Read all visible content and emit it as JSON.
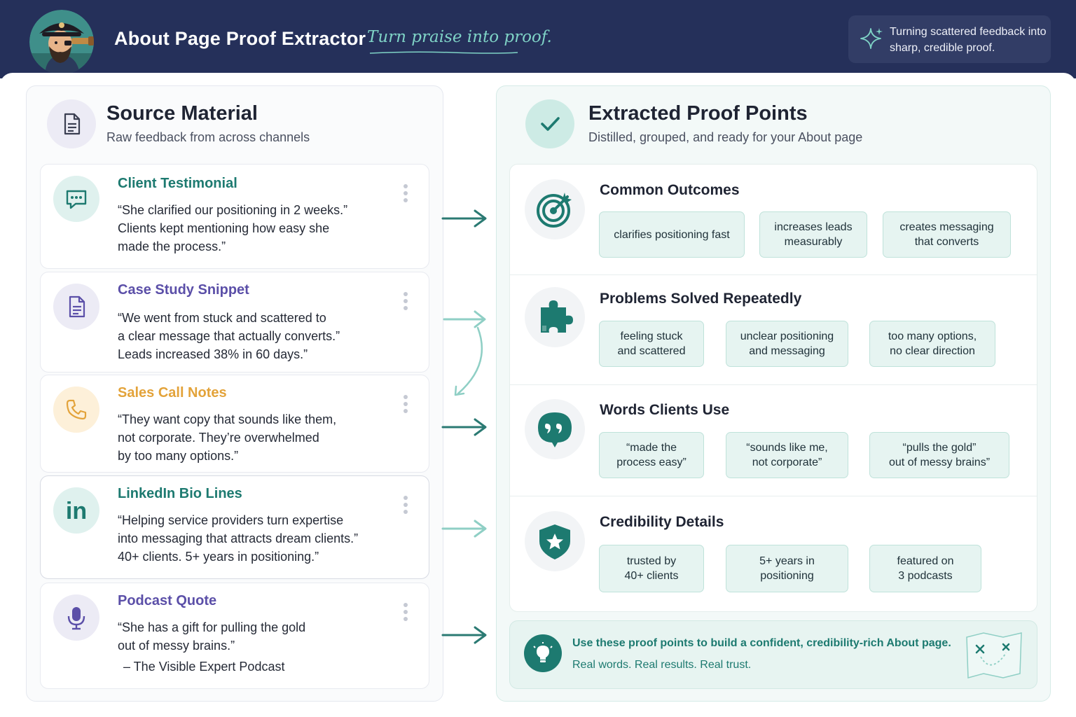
{
  "header": {
    "title": "About Page Proof Extractor",
    "tagline": "Turn praise into proof.",
    "badge_text": "Turning scattered feedback into sharp, credible proof.",
    "badge_icon": "sparkle-icon",
    "avatar": "pirate-avatar"
  },
  "source": {
    "title": "Source Material",
    "subtitle": "Raw feedback from across channels",
    "icon": "document-icon",
    "cards": [
      {
        "title": "Client Testimonial",
        "color": "#1d7a70",
        "icon": "chat-bubble-icon",
        "lines": [
          "“She clarified our positioning in 2 weeks.”",
          "Clients kept mentioning how easy she",
          "made the process.”"
        ]
      },
      {
        "title": "Case Study Snippet",
        "color": "#5b4fa8",
        "icon": "document-icon",
        "lines": [
          "“We went from stuck and scattered to",
          "a clear message that actually converts.”",
          "Leads increased 38% in 60 days.”"
        ]
      },
      {
        "title": "Sales Call Notes",
        "color": "#e3a33a",
        "icon": "phone-icon",
        "lines": [
          "“They want copy that sounds like them,",
          "not corporate. They’re overwhelmed",
          "by too many options.”"
        ]
      },
      {
        "title": "LinkedIn Bio Lines",
        "color": "#1d7a70",
        "icon": "linkedin-icon",
        "lines": [
          "“Helping service providers turn expertise",
          "into messaging that attracts dream clients.”",
          "40+ clients. 5+ years in positioning.”"
        ]
      },
      {
        "title": "Podcast Quote",
        "color": "#5b4fa8",
        "icon": "microphone-icon",
        "lines": [
          "“She has a gift for pulling the gold",
          "out of messy brains.”"
        ],
        "attribution": "– The Visible Expert Podcast"
      }
    ]
  },
  "proof": {
    "title": "Extracted Proof Points",
    "subtitle": "Distilled, grouped, and ready for your About page",
    "icon": "checkmark-icon",
    "groups": [
      {
        "title": "Common Outcomes",
        "icon": "target-icon",
        "chips": [
          "clarifies positioning fast",
          "increases leads\nmeasurably",
          "creates messaging\nthat converts"
        ]
      },
      {
        "title": "Problems Solved Repeatedly",
        "icon": "puzzle-icon",
        "chips": [
          "feeling stuck\nand scattered",
          "unclear positioning\nand messaging",
          "too many options,\nno clear direction"
        ]
      },
      {
        "title": "Words Clients Use",
        "icon": "speech-bubble-icon",
        "chips": [
          "“made the\nprocess easy”",
          "“sounds like me,\nnot corporate”",
          "“pulls the gold”\nout of messy brains”"
        ]
      },
      {
        "title": "Credibility Details",
        "icon": "shield-star-icon",
        "chips": [
          "trusted by\n40+ clients",
          "5+ years in\npositioning",
          "featured on\n3 podcasts"
        ]
      }
    ]
  },
  "tip": {
    "main": "Use these proof points to build a confident, credibility-rich About page.",
    "sub": "Real words. Real results. Real trust.",
    "icon": "lightbulb-icon",
    "illustration": "treasure-map-icon"
  },
  "colors": {
    "header_bg": "#25305a",
    "teal": "#1d7a70",
    "purple": "#5b4fa8",
    "orange": "#e3a33a",
    "chip_bg": "#e6f4f1"
  }
}
